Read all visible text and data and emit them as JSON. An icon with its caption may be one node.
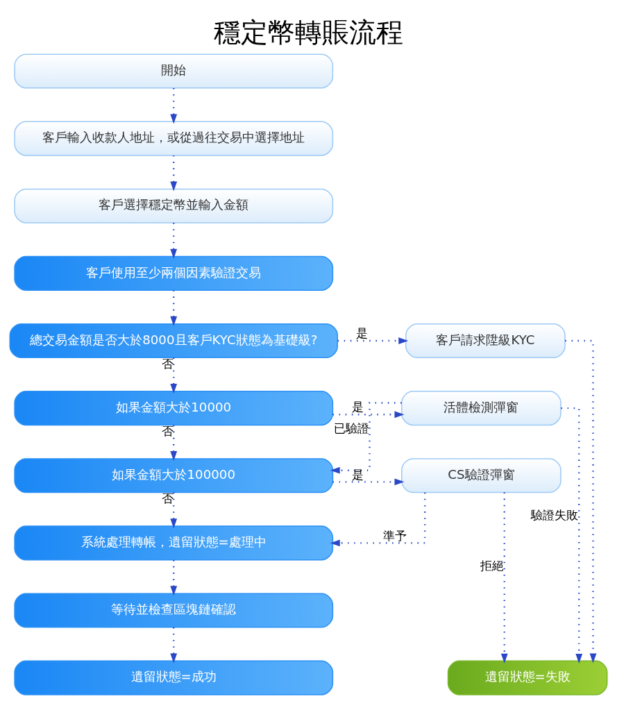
{
  "diagram": {
    "title": "穩定幣轉賬流程",
    "nodes": [
      {
        "text": [
          "開始"
        ]
      },
      {
        "text": [
          "客戶輸入收款人地址，或從過往交易中選擇地址"
        ]
      },
      {
        "text": [
          "客戶選擇穩定幣並輸入金額"
        ]
      },
      {
        "text": [
          "客戶使用至少兩個因素驗證交易"
        ]
      },
      {
        "text": [
          "總交易金額是否大於8000且客戶KYC狀態為基礎級?"
        ]
      },
      {
        "text": [
          "客戶請求陞級KYC"
        ]
      },
      {
        "text": [
          "如果金額大於10000"
        ]
      },
      {
        "text": [
          "活體檢測彈窗"
        ]
      },
      {
        "text": [
          "如果金額大於100000"
        ]
      },
      {
        "text": [
          "CS驗證彈窗"
        ]
      },
      {
        "text": [
          "系統處理轉帳，遺留狀態=處理中"
        ]
      },
      {
        "text": [
          "等待並檢查區塊鏈確認"
        ]
      },
      {
        "text": [
          "遺留狀態=成功"
        ]
      },
      {
        "text": [
          "遺留狀態=失敗"
        ]
      }
    ],
    "edges": [
      {
        "from": 0,
        "to": 1,
        "arrow": "to"
      },
      {
        "from": 1,
        "to": 2,
        "arrow": "to"
      },
      {
        "from": 2,
        "to": 3,
        "arrow": "to"
      },
      {
        "from": 3,
        "to": 4,
        "arrow": "to"
      },
      {
        "from": 4,
        "to": 5,
        "arrow": "to",
        "label": "是"
      },
      {
        "from": 4,
        "to": 6,
        "arrow": "to",
        "label": "否"
      },
      {
        "from": 6,
        "to": 7,
        "arrow": "to",
        "label": "是"
      },
      {
        "from": 6,
        "to": 8,
        "arrow": "to",
        "label": "否"
      },
      {
        "from": 7,
        "to": 8,
        "arrow": "to",
        "label": "已驗證"
      },
      {
        "from": 8,
        "to": 9,
        "arrow": "to",
        "label": "是"
      },
      {
        "from": 8,
        "to": 10,
        "arrow": "to",
        "label": "否"
      },
      {
        "from": 9,
        "to": 10,
        "arrow": "to",
        "label": "準予"
      },
      {
        "from": 5,
        "to": 13,
        "arrow": "to"
      },
      {
        "from": 7,
        "to": 13,
        "arrow": "to",
        "label": "驗證失敗"
      },
      {
        "from": 9,
        "to": 13,
        "arrow": "to",
        "label": "拒絕"
      },
      {
        "from": 10,
        "to": 11,
        "arrow": "to"
      },
      {
        "from": 11,
        "to": 12,
        "arrow": "to"
      }
    ]
  }
}
